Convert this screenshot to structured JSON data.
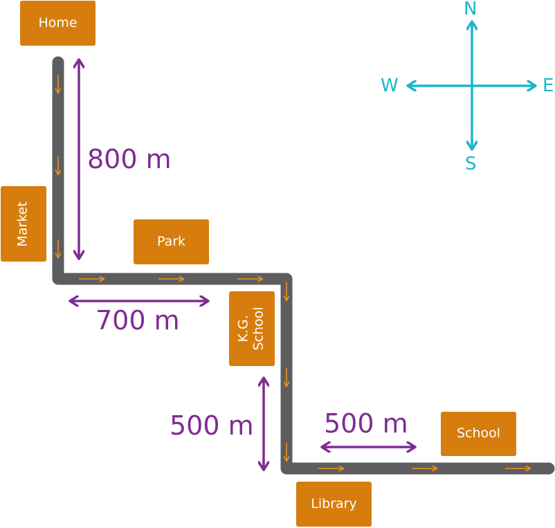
{
  "places": {
    "home": "Home",
    "market": "Market",
    "park": "Park",
    "kg_school_line1": "K.G.",
    "kg_school_line2": "School",
    "library": "Library",
    "school": "School"
  },
  "distances": {
    "home_to_corner": "800 m",
    "corner_to_kg": "700 m",
    "kg_to_library": "500 m",
    "library_to_school": "500 m"
  },
  "compass": {
    "north": "N",
    "south": "S",
    "east": "E",
    "west": "W"
  },
  "colors": {
    "road": "#5d5d5f",
    "place_box": "#d67d0d",
    "road_arrow": "#f0941a",
    "distance": "#7e2d91",
    "compass": "#1cb5cc"
  }
}
